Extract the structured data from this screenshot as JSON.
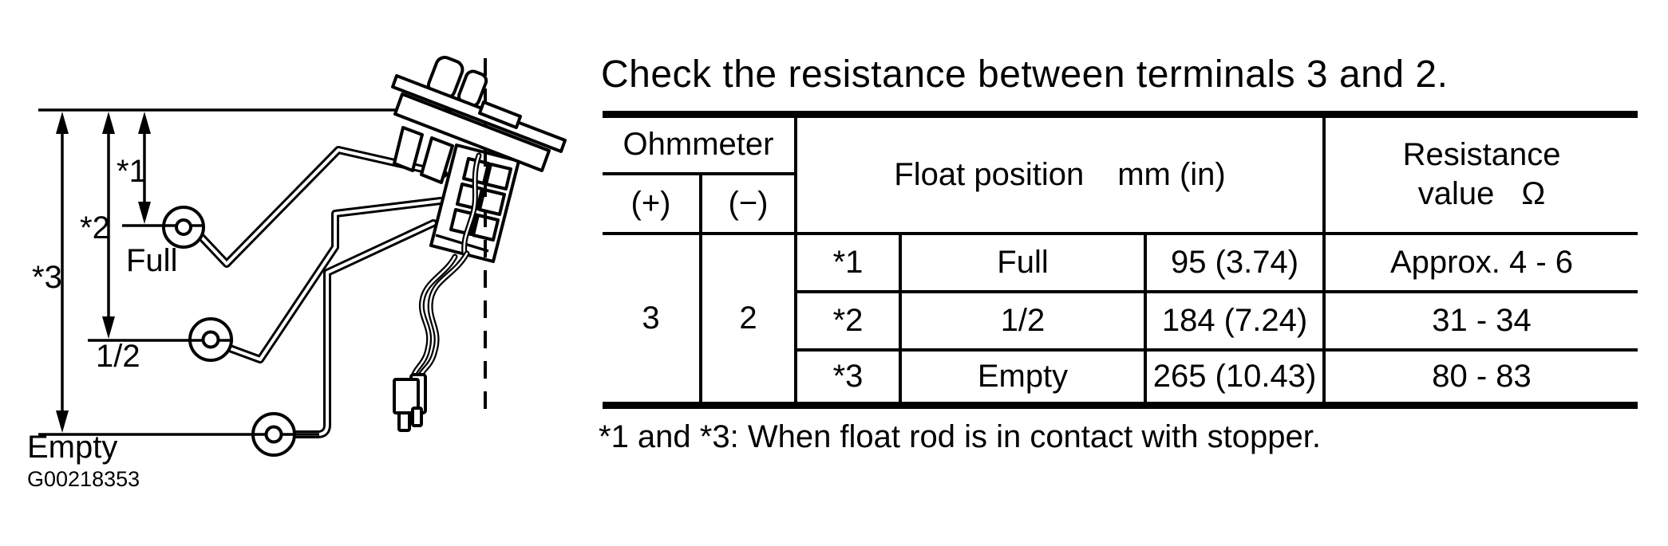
{
  "instruction": "Check the resistance between terminals 3 and 2.",
  "diagram": {
    "figure_number": "G00218353",
    "float_labels": {
      "full": "Full",
      "half": "1/2",
      "empty": "Empty"
    },
    "dimension_labels": {
      "d1": "*1",
      "d2": "*2",
      "d3": "*3"
    }
  },
  "table": {
    "header": {
      "ohmmeter": "Ohmmeter",
      "plus": "(+)",
      "minus": "(−)",
      "float_position": "Float position",
      "float_position_unit": "mm (in)",
      "resistance_line1": "Resistance",
      "resistance_line2": "value",
      "resistance_unit": "Ω"
    },
    "terminals": {
      "plus": "3",
      "minus": "2"
    },
    "rows": [
      {
        "ref": "*1",
        "position": "Full",
        "float_mm_in": "95 (3.74)",
        "resistance": "Approx. 4 - 6"
      },
      {
        "ref": "*2",
        "position": "1/2",
        "float_mm_in": "184 (7.24)",
        "resistance": "31 - 34"
      },
      {
        "ref": "*3",
        "position": "Empty",
        "float_mm_in": "265 (10.43)",
        "resistance": "80 - 83"
      }
    ],
    "footnote": "*1 and *3: When float rod is in contact with stopper."
  }
}
